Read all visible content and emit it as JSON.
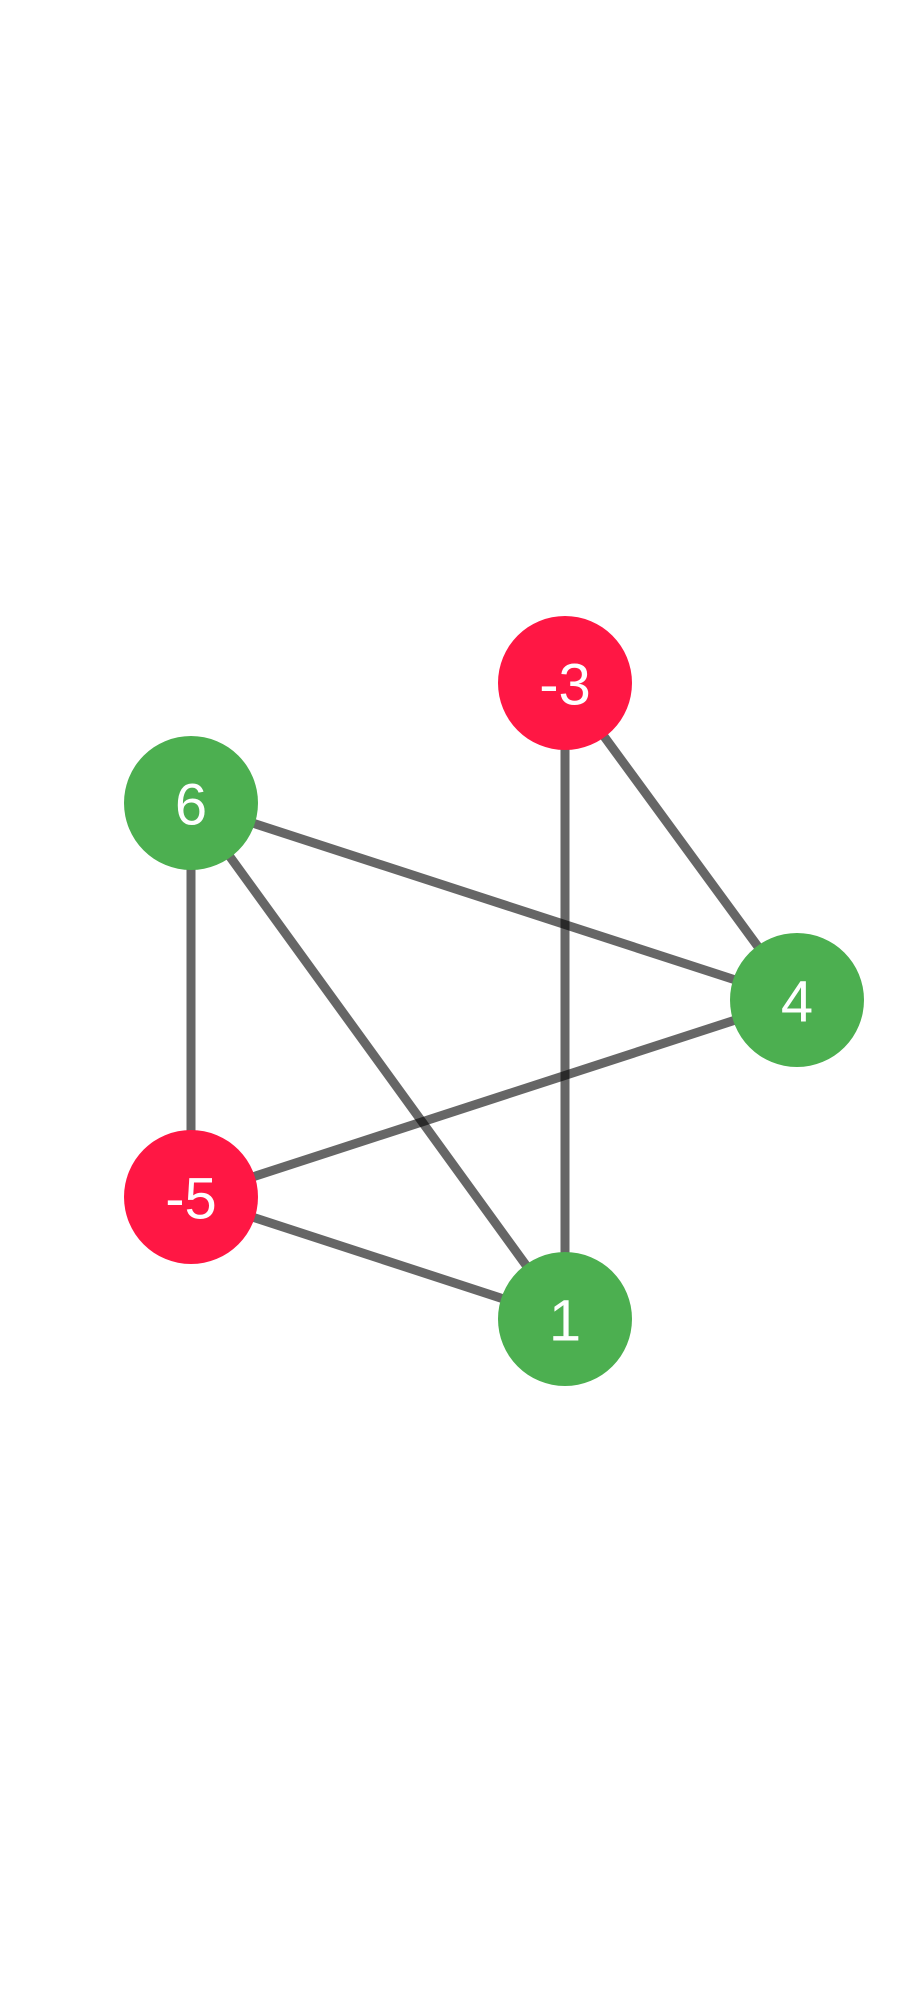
{
  "graph": {
    "nodes": [
      {
        "id": "n6",
        "label": "6",
        "polarity": "positive"
      },
      {
        "id": "nm3",
        "label": "-3",
        "polarity": "negative"
      },
      {
        "id": "n4",
        "label": "4",
        "polarity": "positive"
      },
      {
        "id": "nm5",
        "label": "-5",
        "polarity": "negative"
      },
      {
        "id": "n1",
        "label": "1",
        "polarity": "positive"
      }
    ],
    "edges": [
      {
        "source": "n6",
        "target": "nm5"
      },
      {
        "source": "n6",
        "target": "n1"
      },
      {
        "source": "n6",
        "target": "n4"
      },
      {
        "source": "nm3",
        "target": "n4"
      },
      {
        "source": "nm3",
        "target": "n1"
      },
      {
        "source": "nm5",
        "target": "n4"
      },
      {
        "source": "nm5",
        "target": "n1"
      }
    ]
  },
  "colors": {
    "positive": "#4caf50",
    "negative": "#ff1744",
    "edge": "#000000",
    "label": "#ffffff",
    "background": "#ffffff"
  }
}
